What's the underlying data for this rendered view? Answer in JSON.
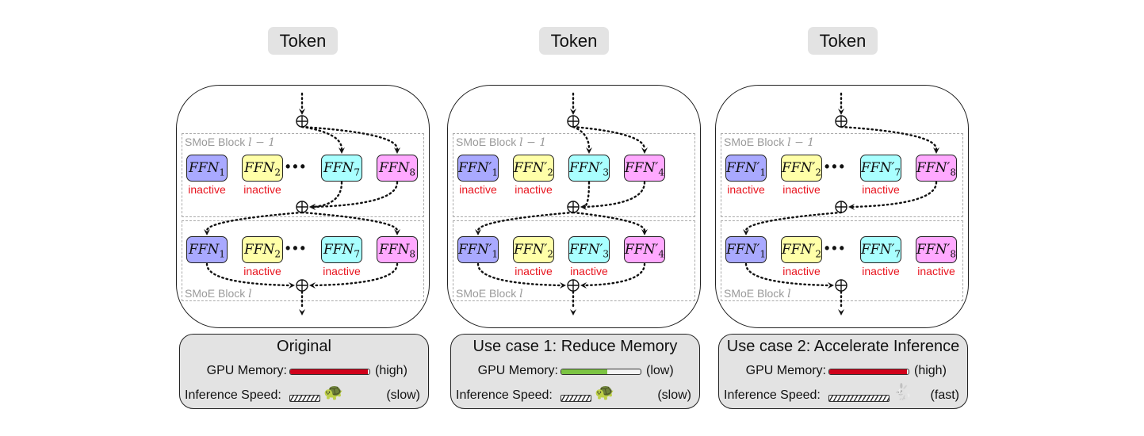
{
  "colors": {
    "ffn_1": "#a9a9ff",
    "ffn_2": "#ffffa8",
    "ffn_3": "#a9ffff",
    "ffn_4": "#ffa9ff",
    "inactive": "#e8141e",
    "memory_high": "#d0021b",
    "memory_low": "#7cc443"
  },
  "panels": [
    {
      "token_label": "Token",
      "block_top_label": "SMoE Block",
      "block_top_var": "l − 1",
      "block_bottom_label": "SMoE Block",
      "block_bottom_var": "l",
      "top_row": [
        {
          "name": "FFN",
          "prime": "",
          "sub": "1",
          "status": "inactive"
        },
        {
          "name": "FFN",
          "prime": "",
          "sub": "2",
          "status": "inactive"
        },
        {
          "name": "FFN",
          "prime": "",
          "sub": "7",
          "status": ""
        },
        {
          "name": "FFN",
          "prime": "",
          "sub": "8",
          "status": ""
        }
      ],
      "bottom_row": [
        {
          "name": "FFN",
          "prime": "",
          "sub": "1",
          "status": ""
        },
        {
          "name": "FFN",
          "prime": "",
          "sub": "2",
          "status": "inactive"
        },
        {
          "name": "FFN",
          "prime": "",
          "sub": "7",
          "status": "inactive"
        },
        {
          "name": "FFN",
          "prime": "",
          "sub": "8",
          "status": ""
        }
      ],
      "has_ellipsis": true,
      "title": "Original",
      "memory_label": "GPU Memory:",
      "memory_level": 1.0,
      "memory_value": "(high)",
      "speed_label": "Inference Speed:",
      "speed_level": 0.35,
      "speed_animal": "turtle",
      "speed_value": "(slow)"
    },
    {
      "token_label": "Token",
      "block_top_label": "SMoE Block",
      "block_top_var": "l − 1",
      "block_bottom_label": "SMoE Block",
      "block_bottom_var": "l",
      "top_row": [
        {
          "name": "FFN",
          "prime": "′",
          "sub": "1",
          "status": "inactive"
        },
        {
          "name": "FFN",
          "prime": "′",
          "sub": "2",
          "status": "inactive"
        },
        {
          "name": "FFN",
          "prime": "′",
          "sub": "3",
          "status": ""
        },
        {
          "name": "FFN",
          "prime": "′",
          "sub": "4",
          "status": ""
        }
      ],
      "bottom_row": [
        {
          "name": "FFN",
          "prime": "′",
          "sub": "1",
          "status": ""
        },
        {
          "name": "FFN",
          "prime": "′",
          "sub": "2",
          "status": "inactive"
        },
        {
          "name": "FFN",
          "prime": "′",
          "sub": "3",
          "status": "inactive"
        },
        {
          "name": "FFN",
          "prime": "′",
          "sub": "4",
          "status": ""
        }
      ],
      "has_ellipsis": false,
      "title": "Use case 1: Reduce Memory",
      "memory_label": "GPU Memory:",
      "memory_level": 0.58,
      "memory_value": "(low)",
      "speed_label": "Inference Speed:",
      "speed_level": 0.35,
      "speed_animal": "turtle",
      "speed_value": "(slow)"
    },
    {
      "token_label": "Token",
      "block_top_label": "SMoE Block",
      "block_top_var": "l − 1",
      "block_bottom_label": "SMoE Block",
      "block_bottom_var": "l",
      "top_row": [
        {
          "name": "FFN",
          "prime": "′",
          "sub": "1",
          "status": "inactive"
        },
        {
          "name": "FFN",
          "prime": "′",
          "sub": "2",
          "status": "inactive"
        },
        {
          "name": "FFN",
          "prime": "′",
          "sub": "7",
          "status": "inactive"
        },
        {
          "name": "FFN",
          "prime": "′",
          "sub": "8",
          "status": ""
        }
      ],
      "bottom_row": [
        {
          "name": "FFN",
          "prime": "′",
          "sub": "1",
          "status": ""
        },
        {
          "name": "FFN",
          "prime": "′",
          "sub": "2",
          "status": "inactive"
        },
        {
          "name": "FFN",
          "prime": "′",
          "sub": "7",
          "status": "inactive"
        },
        {
          "name": "FFN",
          "prime": "′",
          "sub": "8",
          "status": "inactive"
        }
      ],
      "has_ellipsis": true,
      "title": "Use case 2: Accelerate Inference",
      "memory_label": "GPU Memory:",
      "memory_level": 1.0,
      "memory_value": "(high)",
      "speed_label": "Inference Speed:",
      "speed_level": 0.7,
      "speed_animal": "rabbit",
      "speed_value": "(fast)"
    }
  ]
}
